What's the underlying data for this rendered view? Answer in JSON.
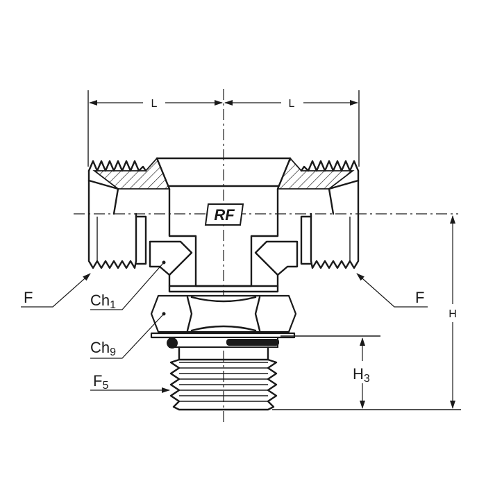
{
  "labels": {
    "dim_left": "L",
    "dim_right": "L",
    "dim_height": "H",
    "dim_h3_main": "H",
    "dim_h3_sub": "3",
    "port_left": "F",
    "port_right": "F",
    "ch1_main": "Ch",
    "ch1_sub": "1",
    "ch9_main": "Ch",
    "ch9_sub": "9",
    "f5_main": "F",
    "f5_sub": "5",
    "logo": "RF"
  },
  "colors": {
    "line": "#1a1a1a",
    "background": "#ffffff"
  }
}
